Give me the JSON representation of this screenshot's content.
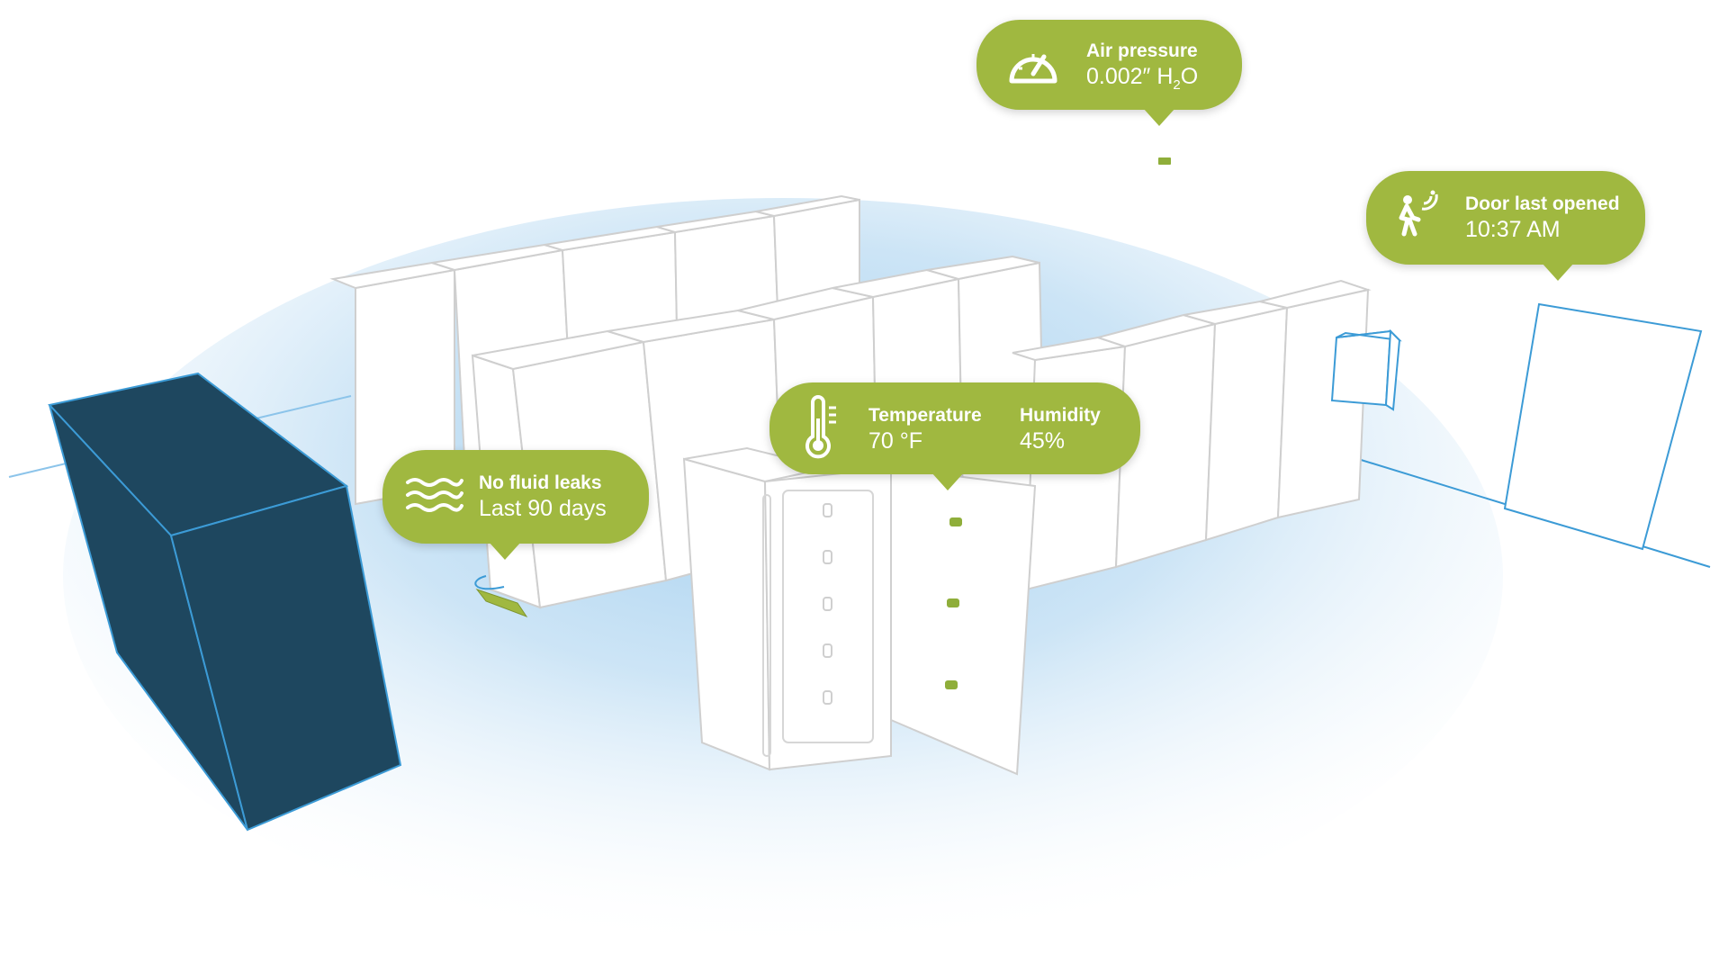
{
  "callouts": {
    "air_pressure": {
      "label": "Air pressure",
      "value_prefix": "0.002″ H",
      "value_subscript": "2",
      "value_suffix": "O",
      "icon": "gauge-icon"
    },
    "door": {
      "label": "Door last opened",
      "value": "10:37 AM",
      "icon": "motion-sensor-icon"
    },
    "temperature": {
      "label": "Temperature",
      "value": "70 °F",
      "icon": "thermometer-icon"
    },
    "humidity": {
      "label": "Humidity",
      "value": "45%"
    },
    "fluid_leak": {
      "label": "No fluid leaks",
      "value": "Last 90 days",
      "icon": "water-waves-icon"
    }
  },
  "colors": {
    "accent_green": "#a0b840",
    "sensor_green": "#8fae3a",
    "cooling_unit_fill": "#1e475f",
    "outline_blue": "#3c9bd6",
    "floor_glow": "#9ccbed",
    "rack_outline": "#c8c8c8"
  }
}
